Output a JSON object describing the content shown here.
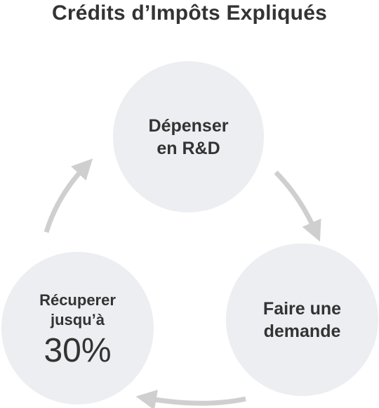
{
  "title": "Crédits d’Impôts Expliqués",
  "cycle": {
    "steps": [
      {
        "line1": "Dépenser",
        "line2": "en R&D"
      },
      {
        "line1": "Faire une",
        "line2": "demande"
      },
      {
        "line1": "Récuperer",
        "line2": "jusqu’à",
        "highlight": "30%"
      }
    ]
  },
  "colors": {
    "node_fill": "#eceef1",
    "arrow": "#cfcfcf",
    "text": "#333333"
  }
}
